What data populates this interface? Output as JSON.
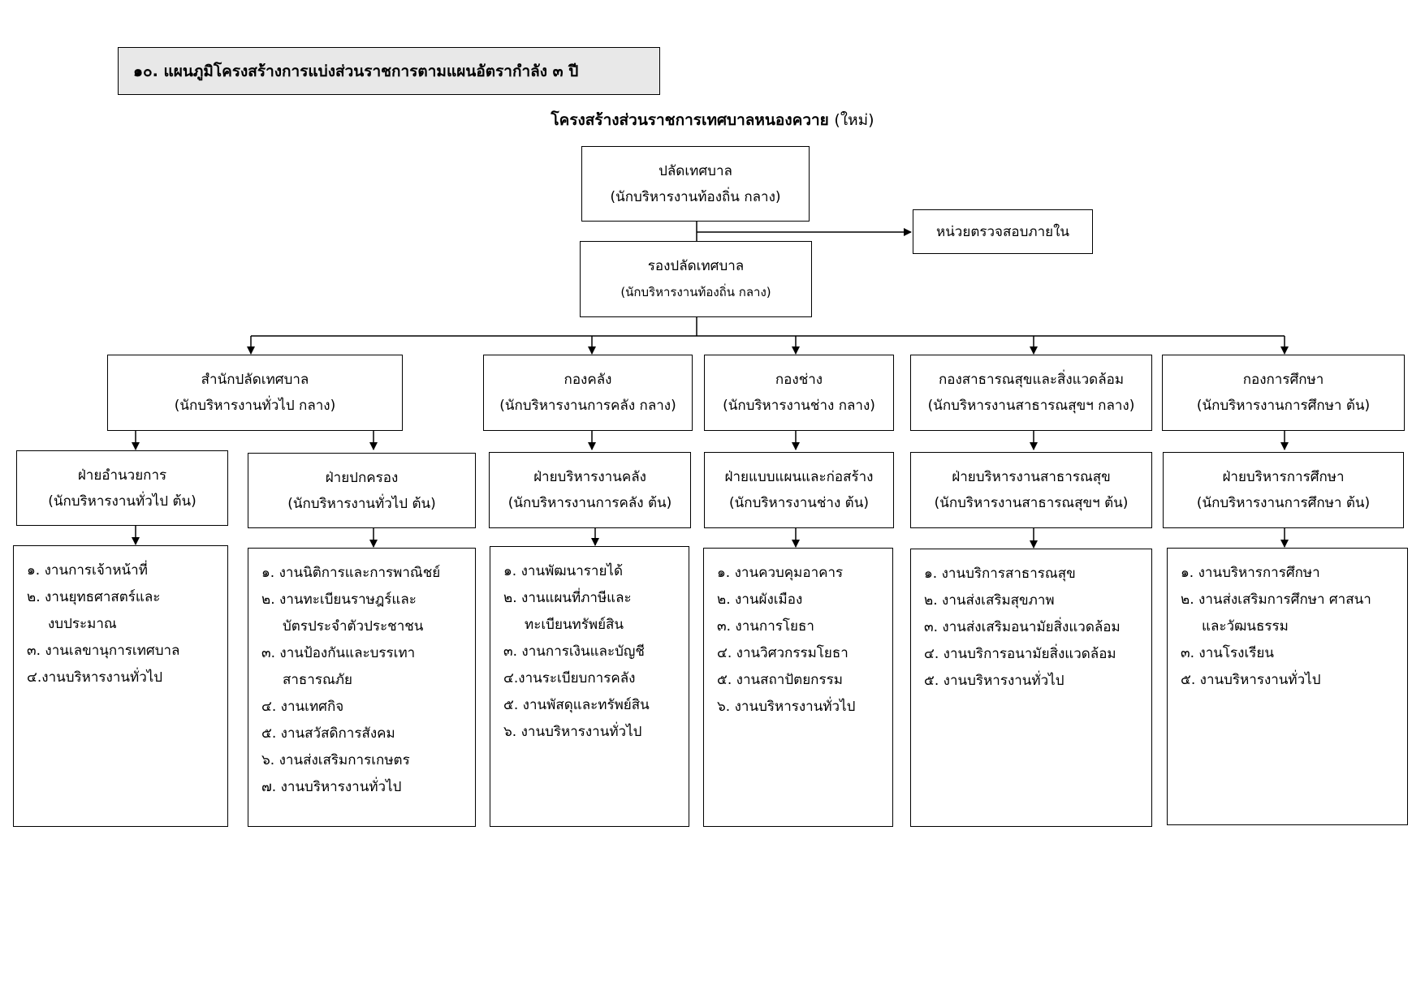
{
  "header": {
    "section_title": "๑๐. แผนภูมิโครงสร้างการแบ่งส่วนราชการตามแผนอัตรากำลัง ๓ ปี",
    "chart_title": "โครงสร้างส่วนราชการเทศบาลหนองควาย",
    "chart_title_suffix": "(ใหม่)"
  },
  "top": {
    "palad": {
      "title": "ปลัดเทศบาล",
      "sub": "(นักบริหารงานท้องถิ่น กลาง)"
    },
    "audit": {
      "title": "หน่วยตรวจสอบภายใน"
    },
    "deputy": {
      "title": "รองปลัดเทศบาล",
      "sub": "(นักบริหารงานท้องถิ่น กลาง)"
    }
  },
  "divisions": [
    {
      "title": "สำนักปลัดเทศบาล",
      "sub": "(นักบริหารงานทั่วไป กลาง)"
    },
    {
      "title": "กองคลัง",
      "sub": "(นักบริหารงานการคลัง กลาง)"
    },
    {
      "title": "กองช่าง",
      "sub": "(นักบริหารงานช่าง กลาง)"
    },
    {
      "title": "กองสาธารณสุขและสิ่งแวดล้อม",
      "sub": "(นักบริหารงานสาธารณสุขฯ กลาง)"
    },
    {
      "title": "กองการศึกษา",
      "sub": "(นักบริหารงานการศึกษา ต้น)"
    }
  ],
  "sections": [
    {
      "title": "ฝ่ายอำนวยการ",
      "sub": "(นักบริหารงานทั่วไป ต้น)"
    },
    {
      "title": "ฝ่ายปกครอง",
      "sub": "(นักบริหารงานทั่วไป ต้น)"
    },
    {
      "title": "ฝ่ายบริหารงานคลัง",
      "sub": "(นักบริหารงานการคลัง ต้น)"
    },
    {
      "title": "ฝ่ายแบบแผนและก่อสร้าง",
      "sub": "(นักบริหารงานช่าง ต้น)"
    },
    {
      "title": "ฝ่ายบริหารงานสาธารณสุข",
      "sub": "(นักบริหารงานสาธารณสุขฯ ต้น)"
    },
    {
      "title": "ฝ่ายบริหารการศึกษา",
      "sub": "(นักบริหารงานการศึกษา ต้น)"
    }
  ],
  "tasks": [
    [
      "๑. งานการเจ้าหน้าที่",
      "๒. งานยุทธศาสตร์และ",
      "งบประมาณ",
      "๓. งานเลขานุการเทศบาล",
      "๔.งานบริหารงานทั่วไป"
    ],
    [
      "๑. งานนิติการและการพาณิชย์",
      "๒. งานทะเบียนราษฎร์และ",
      "บัตรประจำตัวประชาชน",
      "๓. งานป้องกันและบรรเทา",
      "สาธารณภัย",
      "๔. งานเทศกิจ",
      "๕. งานสวัสดิการสังคม",
      "๖. งานส่งเสริมการเกษตร",
      "๗. งานบริหารงานทั่วไป"
    ],
    [
      "๑. งานพัฒนารายได้",
      "๒. งานแผนที่ภาษีและ",
      "ทะเบียนทรัพย์สิน",
      "๓. งานการเงินและบัญชี",
      "๔.งานระเบียบการคลัง",
      "๕. งานพัสดุและทรัพย์สิน",
      "๖. งานบริหารงานทั่วไป"
    ],
    [
      "๑. งานควบคุมอาคาร",
      "๒. งานผังเมือง",
      "๓. งานการโยธา",
      "๔. งานวิศวกรรมโยธา",
      "๕. งานสถาปัตยกรรม",
      "๖. งานบริหารงานทั่วไป"
    ],
    [
      "๑. งานบริการสาธารณสุข",
      "๒. งานส่งเสริมสุขภาพ",
      "๓. งานส่งเสริมอนามัยสิ่งแวดล้อม",
      "๔. งานบริการอนามัยสิ่งแวดล้อม",
      "๕. งานบริหารงานทั่วไป"
    ],
    [
      "๑. งานบริหารการศึกษา",
      "๒. งานส่งเสริมการศึกษา ศาสนา",
      "และวัฒนธรรม",
      "๓. งานโรงเรียน",
      "๕. งานบริหารงานทั่วไป"
    ]
  ]
}
